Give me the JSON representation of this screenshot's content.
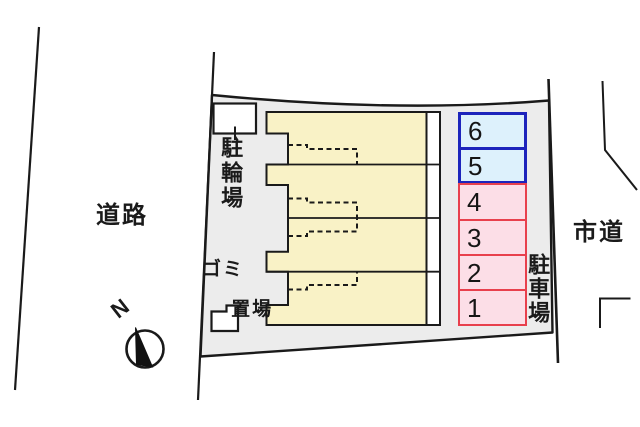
{
  "labels": {
    "road_left": "道路",
    "road_right": "市道",
    "bicycle_parking": "駐輪場",
    "garbage_line1": "ゴミ",
    "garbage_line2": "置場",
    "parking_lot": "駐車場",
    "compass_north": "N"
  },
  "parking_spaces": [
    {
      "number": "6",
      "fill": "#ddf1fc",
      "border": "#1c24bc"
    },
    {
      "number": "5",
      "fill": "#ddf1fc",
      "border": "#1c24bc"
    },
    {
      "number": "4",
      "fill": "#fcdee7",
      "border": "#e8404d"
    },
    {
      "number": "3",
      "fill": "#fcdee7",
      "border": "#e8404d"
    },
    {
      "number": "2",
      "fill": "#fcdee7",
      "border": "#e8404d"
    },
    {
      "number": "1",
      "fill": "#fcdee7",
      "border": "#e8404d"
    }
  ],
  "colors": {
    "site_fill": "#ececec",
    "building_fill": "#f9f2c6",
    "line": "#1a1a1a",
    "space_blue_fill": "#ddf1fc",
    "space_blue_border": "#1c24bc",
    "space_pink_fill": "#fcdee7",
    "space_pink_border": "#e8404d"
  }
}
